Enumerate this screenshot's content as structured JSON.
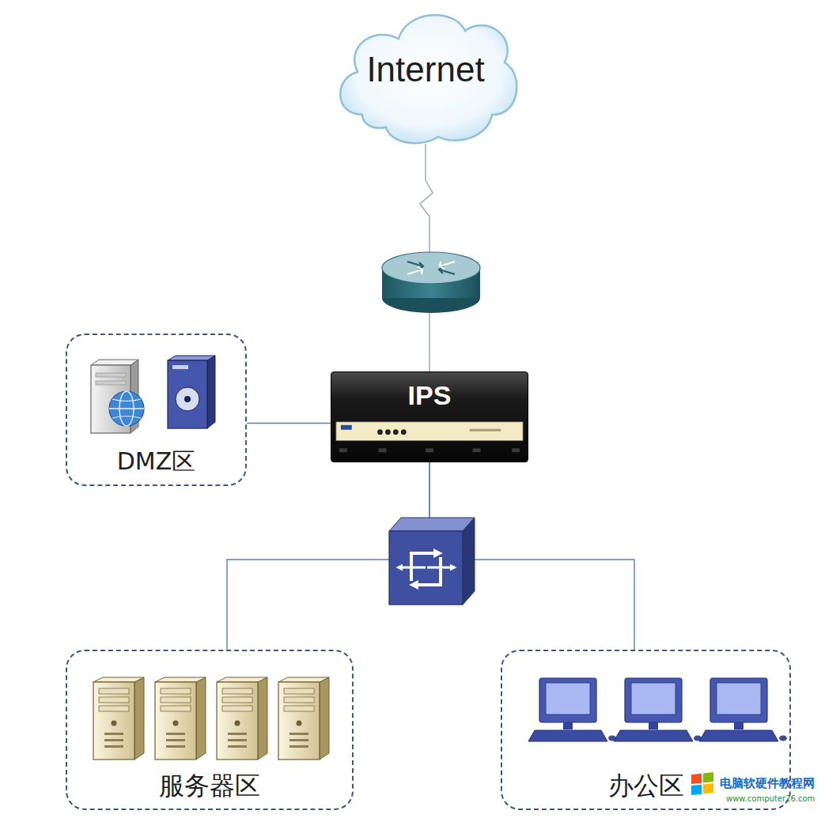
{
  "diagram": {
    "nodes": [
      {
        "text": [
          "Internet"
        ]
      },
      {
        "text": [
          "DMZ区"
        ]
      },
      {
        "text": [
          "IPS"
        ]
      },
      {
        "text": [
          "服务器区"
        ]
      },
      {
        "text": [
          "办公区"
        ]
      }
    ],
    "edges": [
      {
        "from": 0,
        "to": 2,
        "arrow": "none"
      },
      {
        "from": 1,
        "to": 2,
        "arrow": "none"
      },
      {
        "from": 2,
        "to": 3,
        "arrow": "none"
      },
      {
        "from": 2,
        "to": 4,
        "arrow": "none"
      }
    ],
    "labels": [
      "电脑软硬件教程网",
      "www.computer26.com"
    ]
  }
}
